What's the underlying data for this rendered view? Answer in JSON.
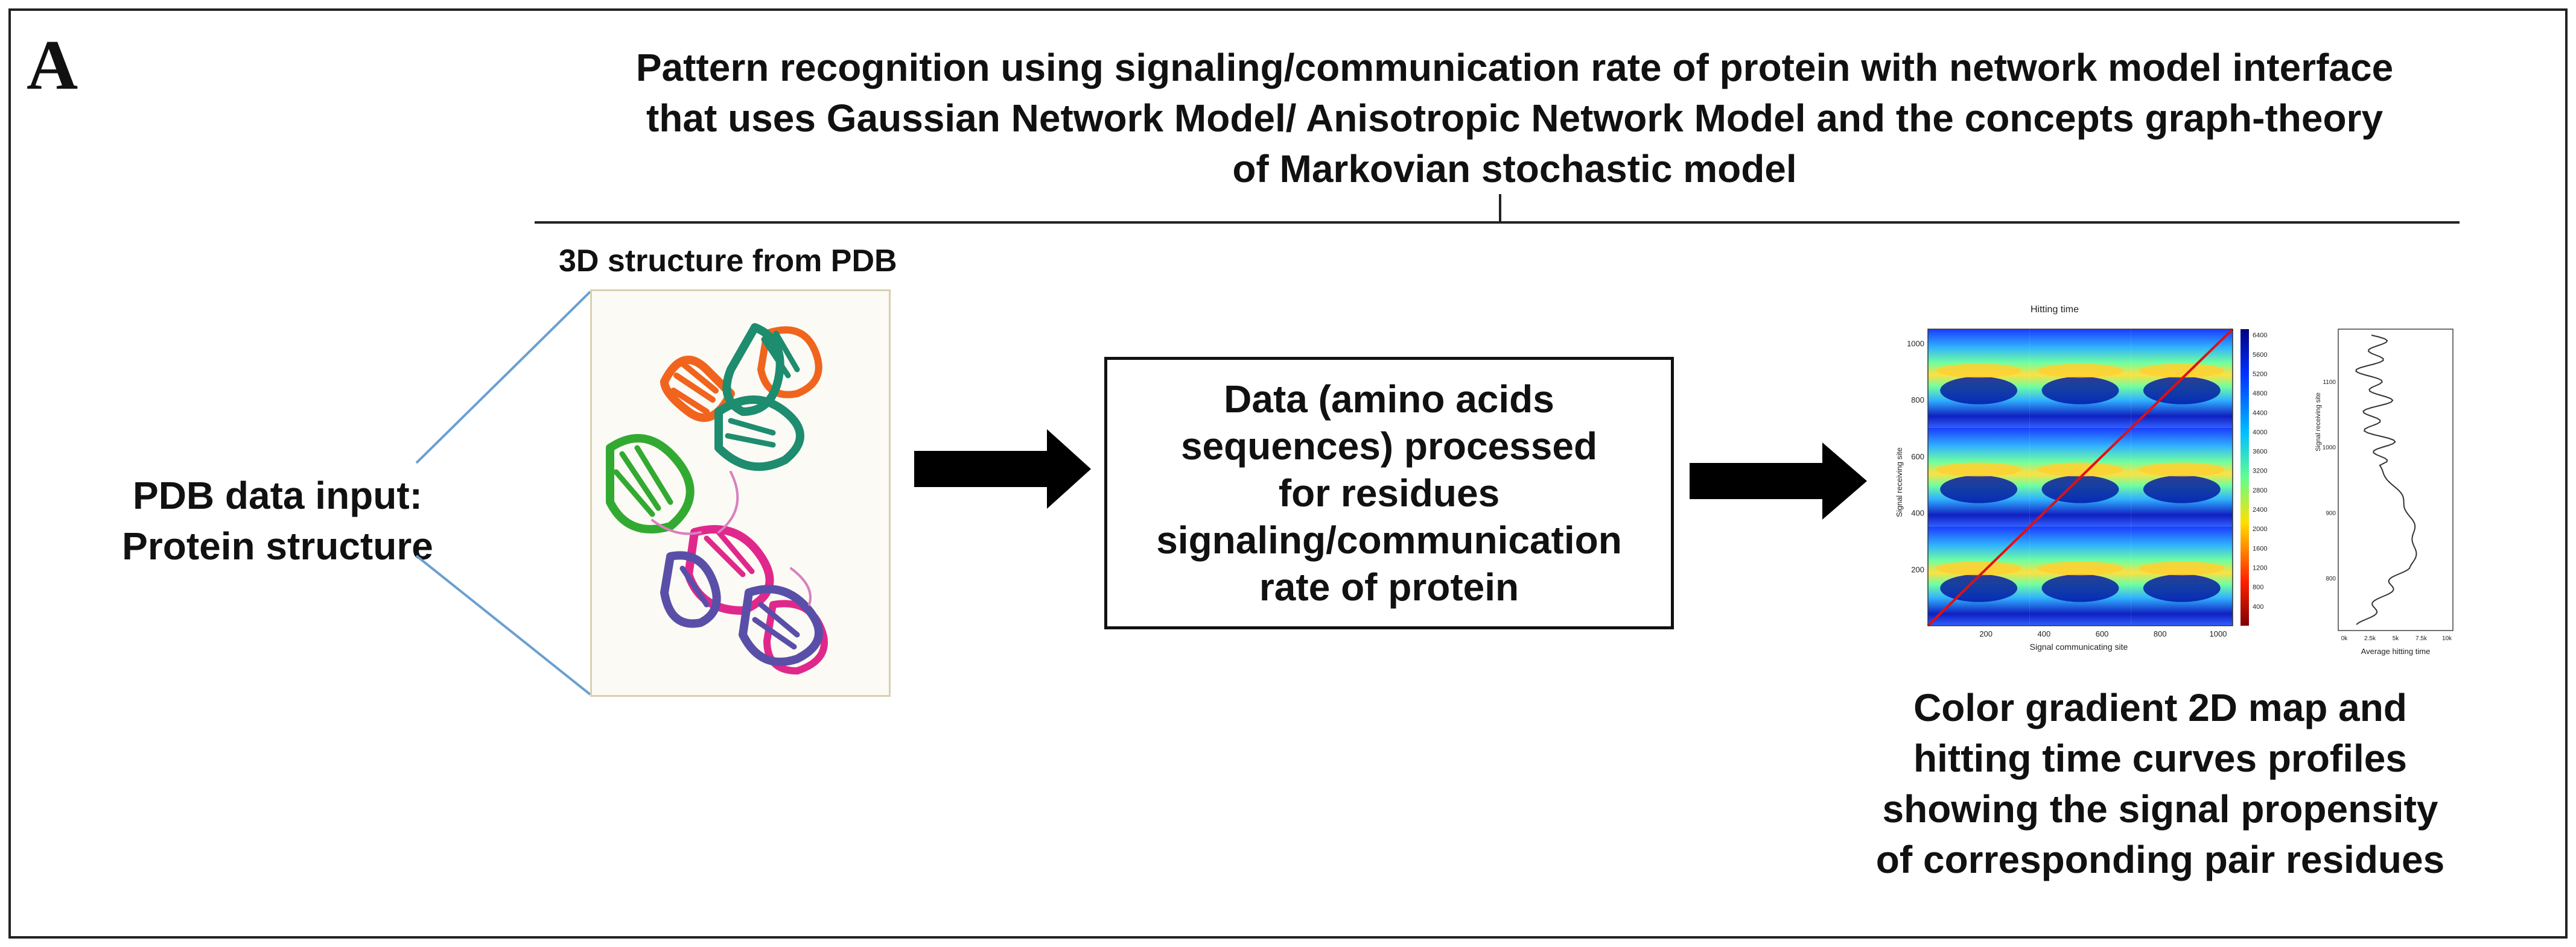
{
  "panel_letter": "A",
  "title_lines": [
    "Pattern recognition using signaling/communication rate of protein with network model interface",
    "that uses Gaussian Network Model/ Anisotropic Network Model and  the concepts graph-theory",
    "of Markovian stochastic model"
  ],
  "input_label_lines": [
    "PDB data input:",
    "Protein structure"
  ],
  "structure_caption": "3D structure from PDB",
  "process_lines": [
    "Data (amino acids",
    "sequences) processed",
    "for residues",
    "signaling/communication",
    "rate of protein"
  ],
  "result_caption_lines": [
    "Color gradient 2D map and",
    "hitting time curves profiles",
    "showing the signal propensity",
    "of corresponding pair residues"
  ],
  "heatmap": {
    "title": "Hitting time",
    "xlabel": "Signal communicating site",
    "ylabel": "Signal receiving site",
    "x_ticks": [
      "200",
      "400",
      "600",
      "800",
      "1000"
    ],
    "y_ticks": [
      "200",
      "400",
      "600",
      "800",
      "1000"
    ],
    "colorbar_ticks": [
      "400",
      "800",
      "1200",
      "1600",
      "2000",
      "2400",
      "2800",
      "3200",
      "3600",
      "4000",
      "4400",
      "4800",
      "5200",
      "5600",
      "6400"
    ]
  },
  "profile": {
    "xlabel": "Average hitting time",
    "ylabel": "Signal receiving site",
    "x_ticks": [
      "0k",
      "2.5k",
      "5k",
      "7.5k",
      "10k"
    ],
    "y_ticks": [
      "800",
      "900",
      "1000",
      "1100"
    ]
  },
  "colors": {
    "chain_orange": "#f0641e",
    "chain_teal": "#1e8c6e",
    "chain_green": "#32aa32",
    "chain_magenta": "#e0288c",
    "chain_purple": "#5a4fa8",
    "arrow": "#000000"
  }
}
